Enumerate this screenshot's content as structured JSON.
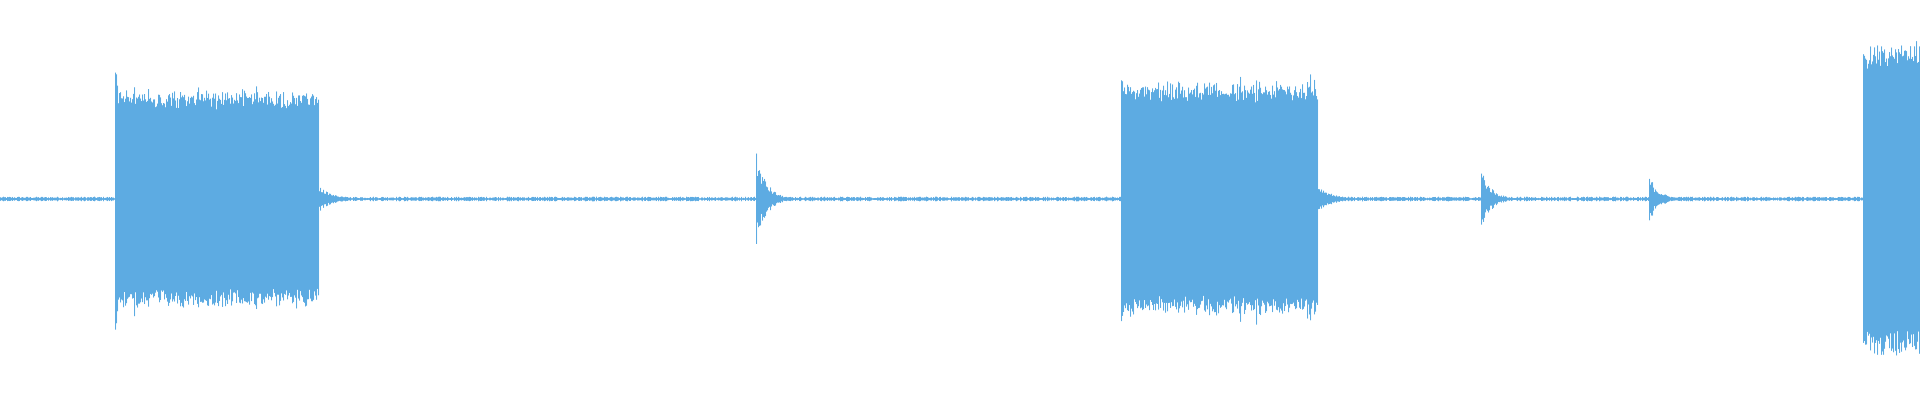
{
  "waveform": {
    "color": "#5dabe2",
    "baseline_color": "#5dabe2",
    "background": "#ffffff",
    "duration_fraction_note": "",
    "segments": [
      {
        "kind": "burst",
        "start": 0.0599,
        "end": 0.1664,
        "amplitude": 0.27,
        "attack_peak": 0.3
      },
      {
        "kind": "click",
        "start": 0.394,
        "amplitude": 0.12
      },
      {
        "kind": "burst",
        "start": 0.5836,
        "end": 0.6862,
        "amplitude": 0.29,
        "attack_peak": 0.3
      },
      {
        "kind": "click",
        "start": 0.7716,
        "amplitude": 0.08
      },
      {
        "kind": "click",
        "start": 0.8587,
        "amplitude": 0.06
      },
      {
        "kind": "burst",
        "start": 0.9703,
        "end": 1.0,
        "amplitude": 0.39,
        "attack_peak": 0.39
      }
    ],
    "noise_floor": 0.004
  }
}
